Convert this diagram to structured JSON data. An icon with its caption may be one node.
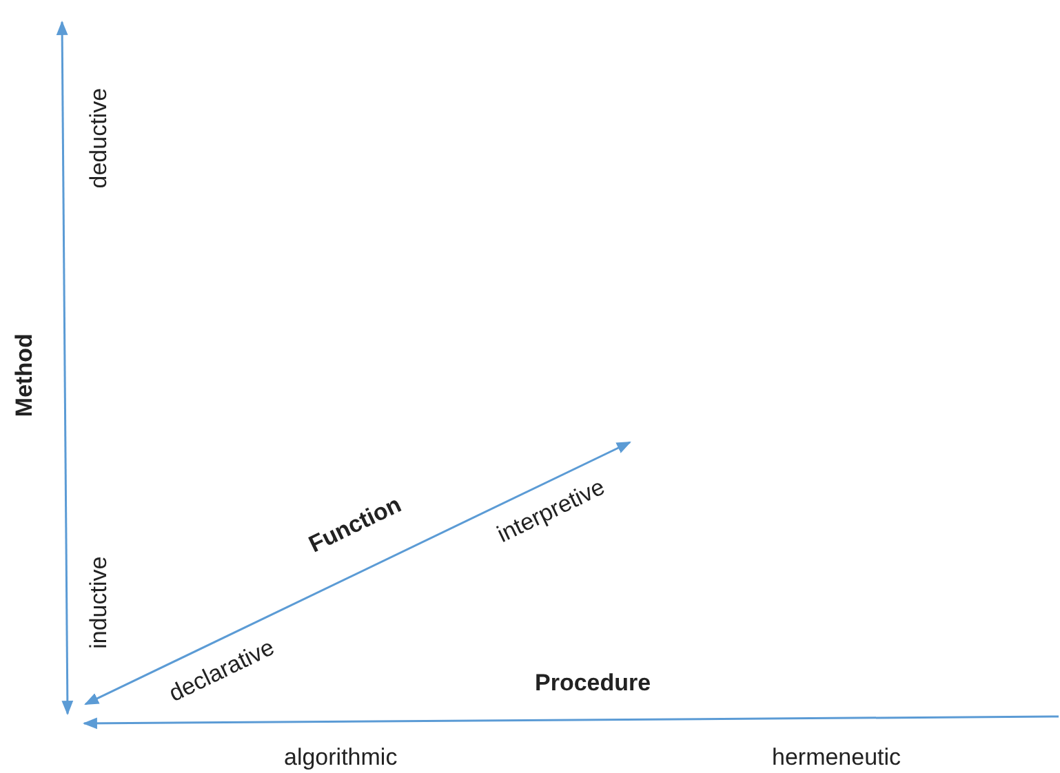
{
  "diagram": {
    "labels": [
      "deductive",
      "Method",
      "Function",
      "interpretive",
      "inductive",
      "declarative",
      "Procedure",
      "algorithmic",
      "hermeneutic"
    ]
  }
}
